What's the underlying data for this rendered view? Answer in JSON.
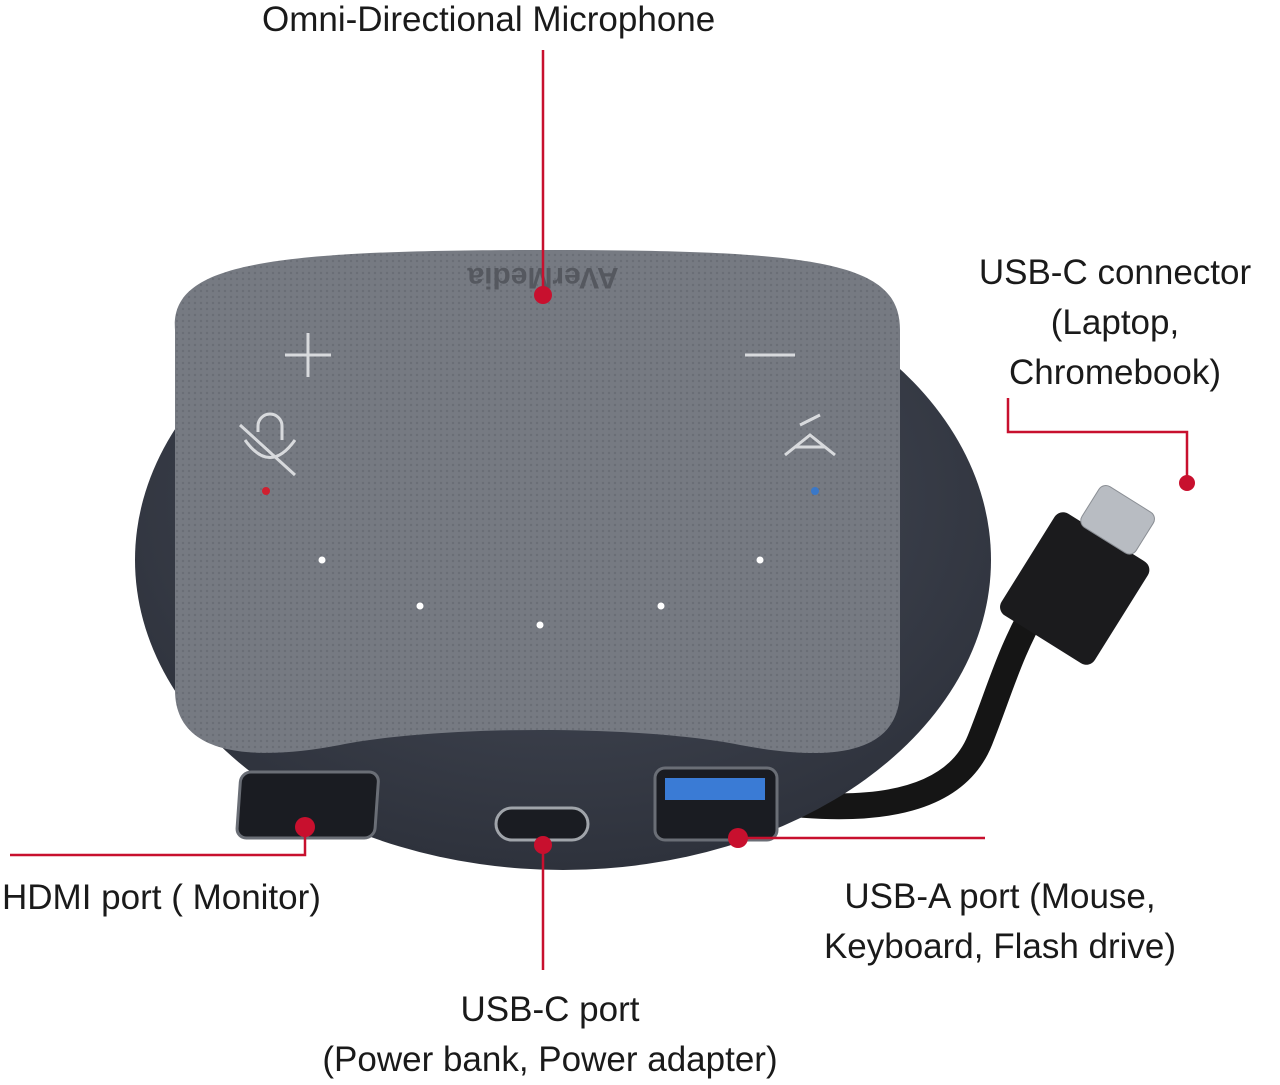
{
  "colors": {
    "leader": "#c8102e",
    "body": "#3d4250",
    "cap": "#6f737b",
    "cable": "#151515",
    "led": "#ffffff"
  },
  "device": {
    "brand_mark": "AVerMedia",
    "icons": [
      "plus-icon",
      "minus-icon",
      "mic-mute-icon",
      "ai-noise-icon"
    ]
  },
  "labels": {
    "microphone": "Omni-Directional Microphone",
    "usbc_connector": [
      "USB-C connector",
      "(Laptop,",
      "Chromebook)"
    ],
    "hdmi": "HDMI port ( Monitor)",
    "usbc_port": [
      "USB-C port",
      "(Power bank, Power adapter)"
    ],
    "usba": [
      "USB-A port (Mouse,",
      "Keyboard, Flash drive)"
    ]
  }
}
